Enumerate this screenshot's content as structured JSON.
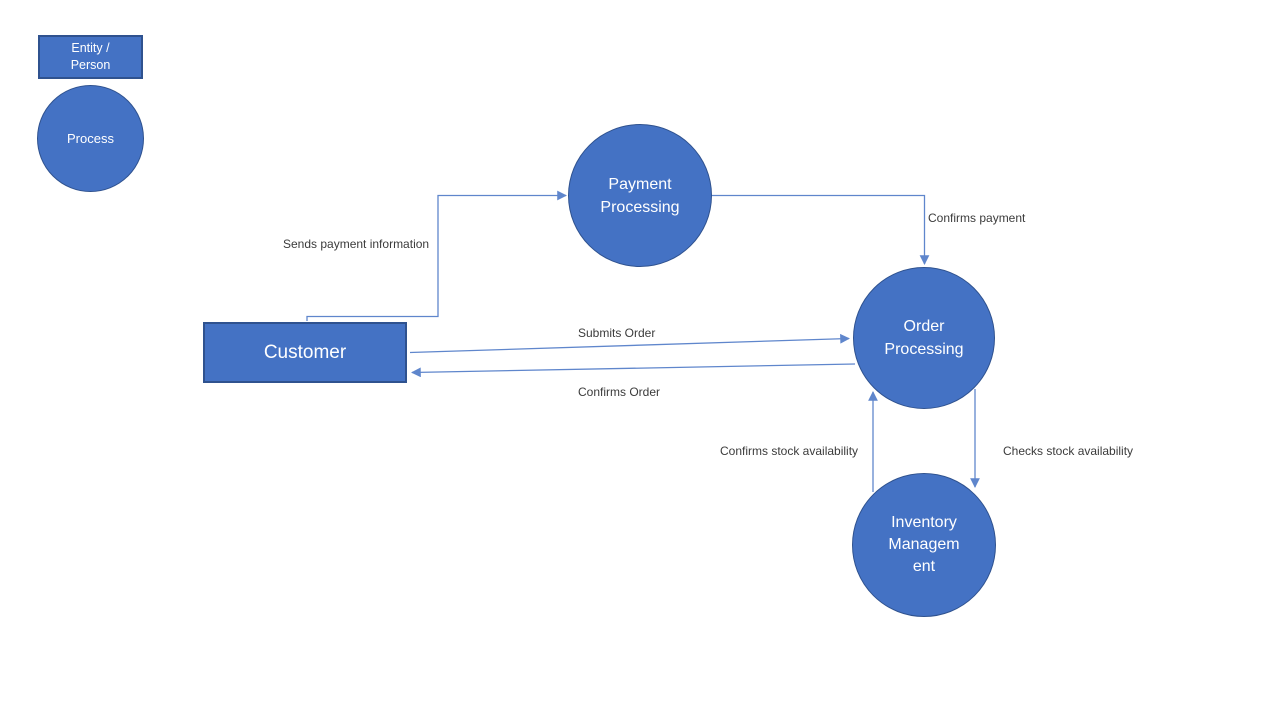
{
  "theme": {
    "shape_fill": "#4472C4",
    "shape_border": "#2F528F",
    "edge_color": "#4472C4",
    "label_color": "#3b3b3b",
    "shape_text_color": "#ffffff",
    "background": "#ffffff"
  },
  "legend": {
    "entity": {
      "lines": [
        "Entity /",
        "Person"
      ]
    },
    "process": {
      "label": "Process"
    }
  },
  "nodes": {
    "payment": {
      "lines": [
        "Payment",
        "Processing"
      ]
    },
    "customer": {
      "label": "Customer"
    },
    "order": {
      "lines": [
        "Order",
        "Processing"
      ]
    },
    "inventory": {
      "lines": [
        "Inventory",
        "Managem",
        "ent"
      ]
    }
  },
  "edge_labels": {
    "sends_payment_information": "Sends payment information",
    "confirms_payment": "Confirms payment",
    "submits_order": "Submits Order",
    "confirms_order": "Confirms Order",
    "confirms_stock_availability": "Confirms stock availability",
    "checks_stock_availability": "Checks stock availability"
  }
}
